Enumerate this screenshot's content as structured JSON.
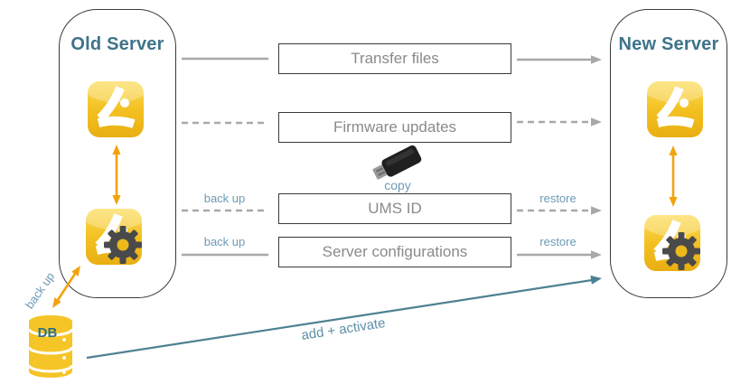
{
  "old_server": {
    "title": "Old Server"
  },
  "new_server": {
    "title": "New Server"
  },
  "rows": [
    {
      "label": "Transfer files",
      "line_style": "solid"
    },
    {
      "label": "Firmware updates",
      "line_style": "dashed"
    },
    {
      "label": "UMS ID",
      "line_style": "dashed",
      "left_label": "back up",
      "right_label": "restore"
    },
    {
      "label": "Server configurations",
      "line_style": "solid",
      "left_label": "back up",
      "right_label": "restore"
    }
  ],
  "usb_label": "copy",
  "db_label": "DB",
  "db_backup_label": "back up",
  "add_activate_label": "add + activate",
  "colors": {
    "title_teal": "#3E7389",
    "label_blue": "#6D9AB6",
    "line_gray": "#A8A8A8",
    "box_border": "#3A3A3A",
    "box_text": "#8A8A8A",
    "orange_arrow": "#F2A30E",
    "teal_arrow": "#4D8191",
    "db_yellow": "#F5C527",
    "icon_yellow_top": "#FCDC5A",
    "icon_yellow_bottom": "#E9AE12",
    "gear_gray": "#4A4A4A"
  }
}
